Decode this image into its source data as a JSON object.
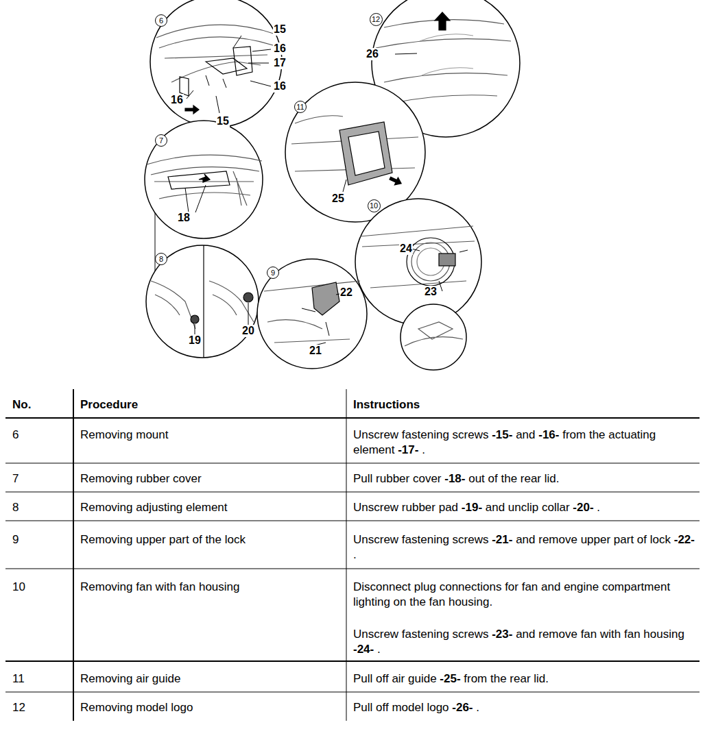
{
  "diagram": {
    "nodes": [
      {
        "text": [
          "6"
        ]
      },
      {
        "text": [
          "12"
        ]
      },
      {
        "text": [
          "7"
        ]
      },
      {
        "text": [
          "11"
        ]
      },
      {
        "text": [
          "10"
        ]
      },
      {
        "text": [
          "8"
        ]
      },
      {
        "text": [
          "9"
        ]
      }
    ],
    "labels": [
      "15",
      "16",
      "17",
      "16",
      "16",
      "15",
      "26",
      "18",
      "25",
      "24",
      "23",
      "19",
      "20",
      "22",
      "21",
      "No.",
      "Procedure",
      "Instructions",
      "6",
      "Removing mount",
      "Unscrew fastening screws -15- and -16- from the actuating element -17- .",
      "7",
      "Removing rubber cover",
      "Pull rubber cover -18- out of the rear lid.",
      "8",
      "Removing adjusting element",
      "Unscrew rubber pad -19- and unclip collar -20- .",
      "9",
      "Removing upper part of the lock",
      "Unscrew fastening screws -21- and remove upper part of lock -22- .",
      "10",
      "Removing fan with fan housing",
      "Disconnect plug connections for fan and engine compartment lighting on the fan housing.",
      "Unscrew fastening screws -23- and remove fan with fan housing -24- .",
      "11",
      "Removing air guide",
      "Pull off air guide -25- from the rear lid.",
      "12",
      "Removing model logo",
      "Pull off model logo -26- ."
    ]
  }
}
